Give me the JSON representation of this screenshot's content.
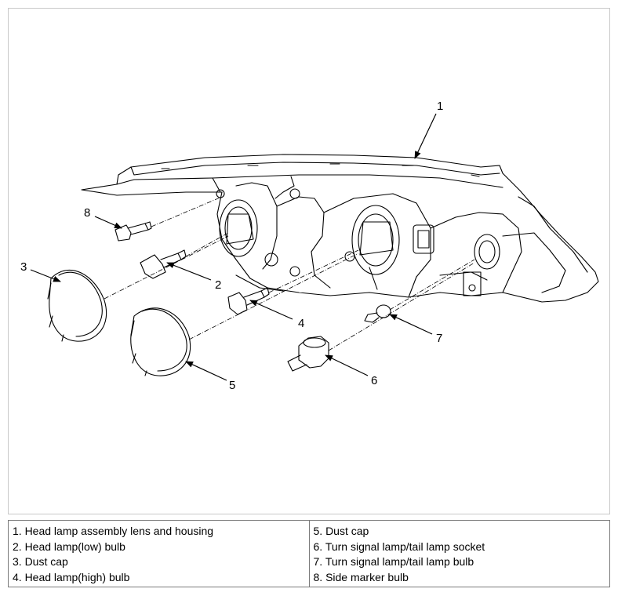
{
  "callouts": [
    "1",
    "2",
    "3",
    "4",
    "5",
    "6",
    "7",
    "8"
  ],
  "legend": {
    "left": [
      "1. Head lamp assembly lens and housing",
      "2. Head lamp(low) bulb",
      "3. Dust cap",
      "4. Head lamp(high) bulb"
    ],
    "right": [
      "5. Dust cap",
      "6. Turn signal lamp/tail lamp socket",
      "7. Turn signal lamp/tail lamp bulb",
      "8. Side marker bulb"
    ]
  }
}
